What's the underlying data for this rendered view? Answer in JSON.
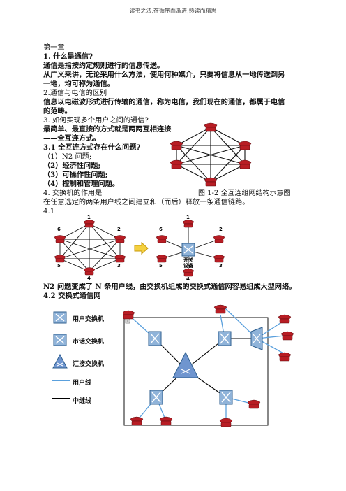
{
  "header": "读书之法,在循序而渐进,熟读而精思",
  "lines": [
    "第一章",
    "1. 什么是通信?",
    "通信是指按约定规则进行的信息传送。",
    "从广义来讲，无论采用什么方法，使用何种媒介，只要将信息从一地传送到另",
    "一地，均可称为通信。",
    "2.通信与电信的区别",
    "信息以电磁波形式进行传输的通信，称为电信，我们现在的通信，都属于电信",
    "的范畴。",
    "3. 如何实现多个用户之间的通信?",
    "最简单、最直接的方式就是两两互相连接",
    "——全互连方式。",
    "3.1 全互连方式存在什么问题?",
    "（1）N2 问题;",
    "（2）经济性问题;",
    "（3）可操作性问题;",
    "（4）控制和管理问题。",
    "4. 交换机的作用是",
    "在任意选定的两条用户线之间建立和（而后）释放一条通信链路。",
    "4.1",
    "N2 问题变成了 N 条用户线，由交换机组成的交换式通信网容易组成大型网络。",
    "4.2 交换式通信网"
  ],
  "figure_caption": "图 1-2  全互连组网结构示意图",
  "diagram41": {
    "left_nodes": [
      "1",
      "2",
      "3",
      "4",
      "5",
      "6"
    ],
    "right_nodes": [
      "1",
      "2",
      "3",
      "4",
      "5",
      "6"
    ],
    "switch_label": "开关\n设备"
  },
  "legend": [
    {
      "label": "用户交换机"
    },
    {
      "label": "市话交换机"
    },
    {
      "label": "汇接交换机"
    },
    {
      "label": "用户线"
    },
    {
      "label": "中继线"
    }
  ],
  "colors": {
    "phone": "#b81d24",
    "switch": "#8fb3d9",
    "user_line": "#5aa0dd",
    "trunk": "#000000"
  }
}
